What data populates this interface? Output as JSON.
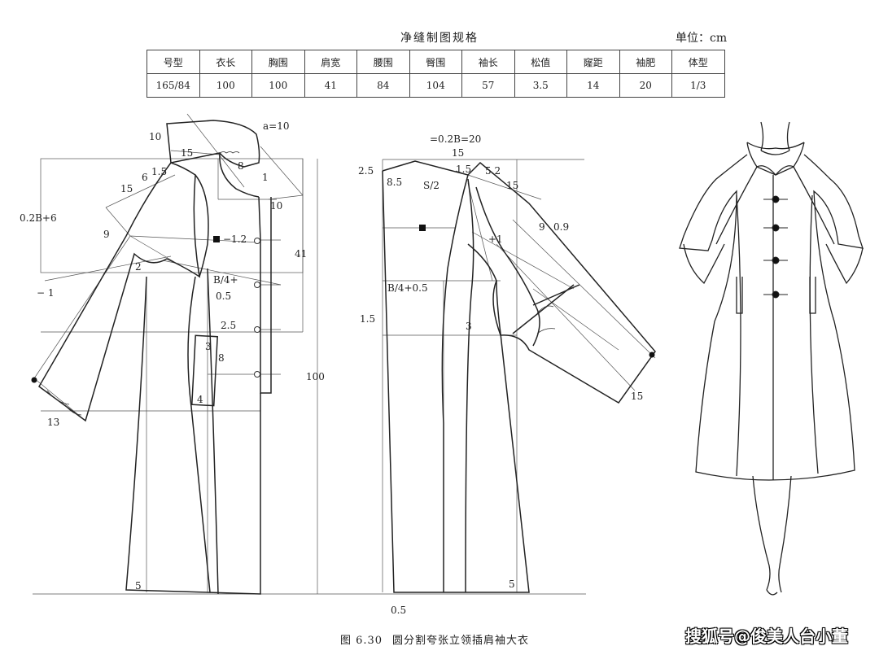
{
  "header": {
    "title": "净缝制图规格",
    "unit": "单位：cm"
  },
  "spec_table": {
    "headers": [
      "号型",
      "衣长",
      "胸围",
      "肩宽",
      "腰围",
      "臀围",
      "袖长",
      "松值",
      "窿距",
      "袖肥",
      "体型"
    ],
    "values": [
      "165/84",
      "100",
      "100",
      "41",
      "84",
      "104",
      "57",
      "3.5",
      "14",
      "20",
      "1/3"
    ]
  },
  "labels": {
    "a10": "a=10",
    "n10a": "10",
    "n15a": "15",
    "n8": "8",
    "n1": "1",
    "n15b": "15",
    "n6": "6",
    "n1_5a": "1.5",
    "b02_6": "0.2B+6",
    "n10b": "10",
    "n9a": "9",
    "m1_2": "−1.2",
    "n41": "41",
    "n2": "2",
    "m1": "− 1",
    "b4p": "B/4+",
    "n0_5a": "0.5",
    "n2_5a": "2.5",
    "n3a": "3",
    "n8b": "8",
    "n100": "100",
    "n4": "4",
    "n13": "13",
    "n5a": "5",
    "b02_20": "=0.2B=20",
    "n15c": "15",
    "n2_5b": "2.5",
    "n1_5b": "1.5",
    "n5_2": "5.2",
    "n8_5": "8.5",
    "s2": "S/2",
    "n15d": "15",
    "n9b": "9",
    "n0_9": "0.9",
    "p1": "+1",
    "b4_05": "B/4+0.5",
    "n1_5c": "1.5",
    "n3b": "3",
    "n15e": "15",
    "n5b": "5",
    "n0_5b": "0.5"
  },
  "caption": {
    "number": "图 6.30",
    "text": "圆分割夸张立领插肩袖大衣"
  },
  "watermark": "搜狐号@俊美人台小董"
}
